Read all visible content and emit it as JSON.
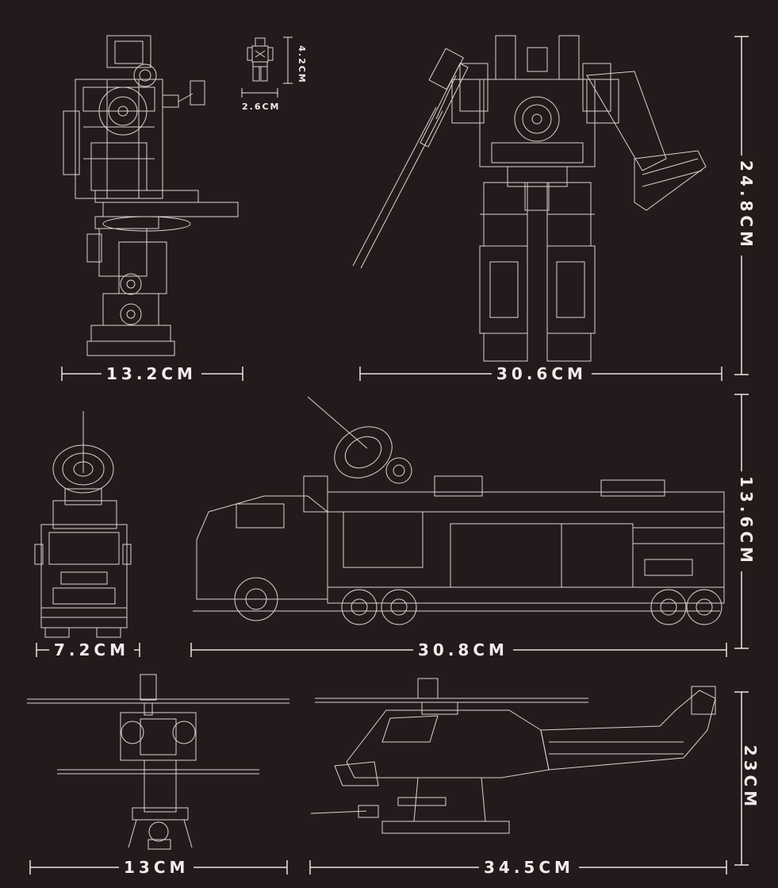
{
  "colors": {
    "background": "#251a1b",
    "line": "#e9e3e3"
  },
  "icons": {
    "robot_side": "robot-side-view-icon",
    "minifigure": "minifigure-icon",
    "robot_front": "robot-front-view-icon",
    "truck_front": "truck-front-view-icon",
    "truck_side": "truck-side-view-icon",
    "heli_front": "helicopter-front-view-icon",
    "heli_side": "helicopter-side-view-icon"
  },
  "dimensions": {
    "robot_side_width": "13.2CM",
    "robot_front_width": "30.6CM",
    "robot_height": "24.8CM",
    "minifig_height": "4.2CM",
    "minifig_width": "2.6CM",
    "truck_front_width": "7.2CM",
    "truck_side_length": "30.8CM",
    "truck_height": "13.6CM",
    "heli_front_width": "13CM",
    "heli_side_length": "34.5CM",
    "heli_height": "23CM"
  }
}
